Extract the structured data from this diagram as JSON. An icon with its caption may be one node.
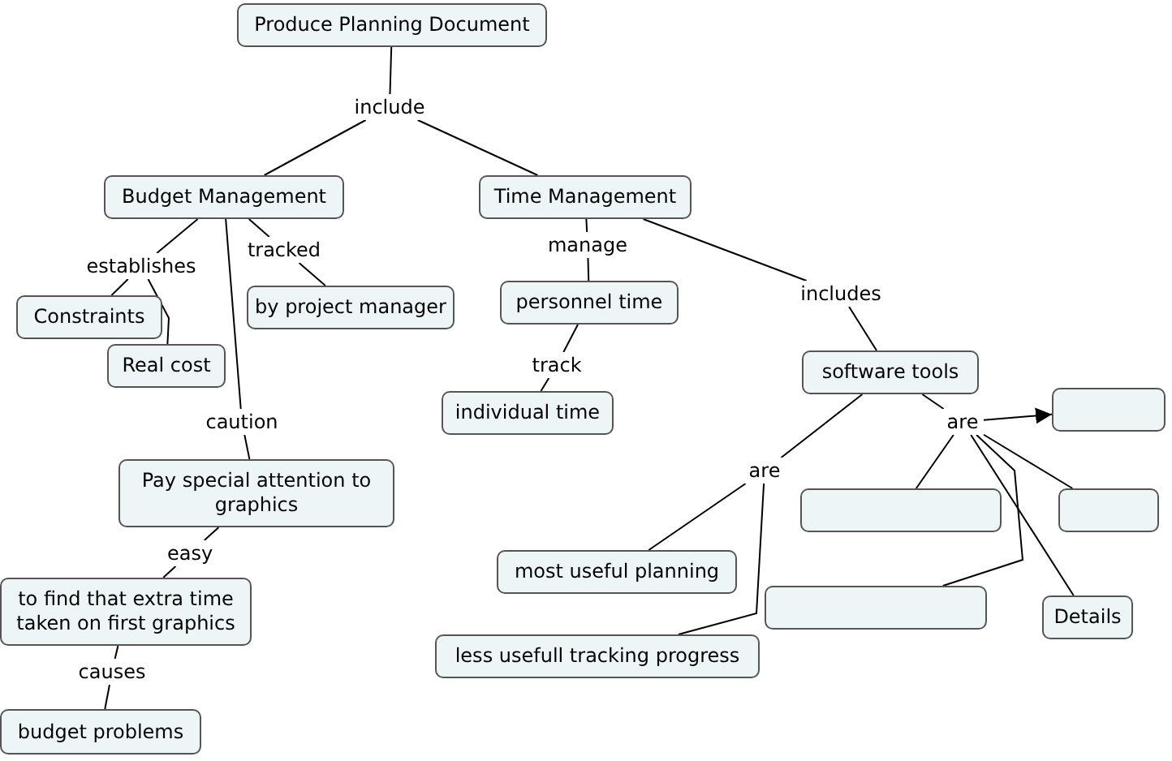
{
  "diagram": {
    "nodes": [
      {
        "text": [
          "Produce Planning Document"
        ]
      },
      {
        "text": [
          "include"
        ]
      },
      {
        "text": [
          "Budget Management"
        ]
      },
      {
        "text": [
          "Time Management"
        ]
      },
      {
        "text": [
          "establishes"
        ]
      },
      {
        "text": [
          "tracked"
        ]
      },
      {
        "text": [
          "Constraints"
        ]
      },
      {
        "text": [
          "Real cost"
        ]
      },
      {
        "text": [
          "by project manager"
        ]
      },
      {
        "text": [
          "caution"
        ]
      },
      {
        "text": [
          "Pay special attention to graphics"
        ]
      },
      {
        "text": [
          "easy"
        ]
      },
      {
        "text": [
          "to find that extra time taken on first graphics"
        ]
      },
      {
        "text": [
          "causes"
        ]
      },
      {
        "text": [
          "budget problems"
        ]
      },
      {
        "text": [
          "manage"
        ]
      },
      {
        "text": [
          "personnel time"
        ]
      },
      {
        "text": [
          "track"
        ]
      },
      {
        "text": [
          "individual time"
        ]
      },
      {
        "text": [
          "includes"
        ]
      },
      {
        "text": [
          "software tools"
        ]
      },
      {
        "text": [
          "are"
        ]
      },
      {
        "text": [
          "are"
        ]
      },
      {
        "text": [],
        "shape": "box"
      },
      {
        "text": [],
        "shape": "box"
      },
      {
        "text": [],
        "shape": "box"
      },
      {
        "text": [],
        "shape": "box"
      },
      {
        "text": [
          "Details"
        ]
      },
      {
        "text": [
          "most useful planning"
        ]
      },
      {
        "text": [
          "less usefull tracking progress"
        ]
      }
    ],
    "edges": [
      {
        "from": 0,
        "to": 1,
        "arrow": "none"
      },
      {
        "from": 1,
        "to": 2,
        "arrow": "none"
      },
      {
        "from": 1,
        "to": 3,
        "arrow": "none"
      },
      {
        "from": 2,
        "to": 4,
        "arrow": "none"
      },
      {
        "from": 4,
        "to": 6,
        "arrow": "none"
      },
      {
        "from": 4,
        "to": 7,
        "arrow": "none"
      },
      {
        "from": 2,
        "to": 5,
        "arrow": "none"
      },
      {
        "from": 5,
        "to": 8,
        "arrow": "none"
      },
      {
        "from": 2,
        "to": 9,
        "arrow": "none"
      },
      {
        "from": 9,
        "to": 10,
        "arrow": "none"
      },
      {
        "from": 10,
        "to": 11,
        "arrow": "none"
      },
      {
        "from": 11,
        "to": 12,
        "arrow": "none"
      },
      {
        "from": 12,
        "to": 13,
        "arrow": "none"
      },
      {
        "from": 13,
        "to": 14,
        "arrow": "none"
      },
      {
        "from": 3,
        "to": 15,
        "arrow": "none"
      },
      {
        "from": 15,
        "to": 16,
        "arrow": "none"
      },
      {
        "from": 16,
        "to": 17,
        "arrow": "none"
      },
      {
        "from": 17,
        "to": 18,
        "arrow": "none"
      },
      {
        "from": 3,
        "to": 19,
        "arrow": "none"
      },
      {
        "from": 19,
        "to": 20,
        "arrow": "none"
      },
      {
        "from": 20,
        "to": 21,
        "arrow": "none"
      },
      {
        "from": 21,
        "to": 28,
        "arrow": "none"
      },
      {
        "from": 21,
        "to": 29,
        "arrow": "none"
      },
      {
        "from": 20,
        "to": 22,
        "arrow": "none"
      },
      {
        "from": 22,
        "to": 23,
        "arrow": "to"
      },
      {
        "from": 22,
        "to": 24,
        "arrow": "none"
      },
      {
        "from": 22,
        "to": 26,
        "arrow": "none"
      },
      {
        "from": 22,
        "to": 25,
        "arrow": "none"
      },
      {
        "from": 22,
        "to": 27,
        "arrow": "none"
      }
    ]
  }
}
